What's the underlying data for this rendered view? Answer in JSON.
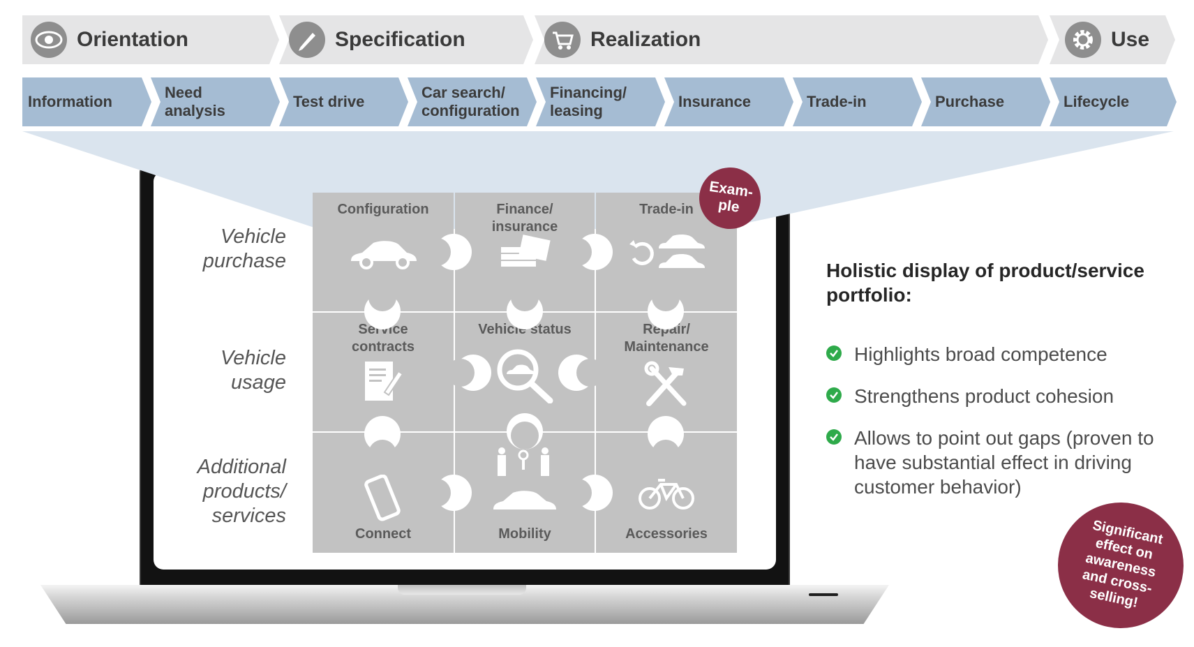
{
  "phases": [
    {
      "label": "Orientation",
      "icon": "eye-icon"
    },
    {
      "label": "Specification",
      "icon": "pen-icon"
    },
    {
      "label": "Realization",
      "icon": "shopping-cart-icon"
    },
    {
      "label": "Use",
      "icon": "gear-icon"
    }
  ],
  "steps": [
    {
      "label": "Information"
    },
    {
      "label": "Need\nanalysis"
    },
    {
      "label": "Test drive"
    },
    {
      "label": "Car search/\nconfiguration"
    },
    {
      "label": "Financing/\nleasing"
    },
    {
      "label": "Insurance"
    },
    {
      "label": "Trade-in"
    },
    {
      "label": "Purchase"
    },
    {
      "label": "Lifecycle"
    }
  ],
  "row_labels": {
    "purchase": "Vehicle\npurchase",
    "usage": "Vehicle\nusage",
    "additional": "Additional\nproducts/\nservices"
  },
  "pieces": {
    "configuration": "Configuration",
    "finance": "Finance/\ninsurance",
    "tradein": "Trade-in",
    "service": "Service\ncontracts",
    "status": "Vehicle status",
    "repair": "Repair/\nMaintenance",
    "connect": "Connect",
    "mobility": "Mobility",
    "accessories": "Accessories"
  },
  "example_badge": "Exam-\nple",
  "holistic_title": "Holistic display of product/service portfolio:",
  "bullets": [
    "Highlights broad competence",
    "Strengthens product cohesion",
    "Allows to point out gaps (proven to have substantial effect in driving customer behavior)"
  ],
  "significant_badge": "Significant\neffect on\nawareness\nand cross-\nselling!",
  "colors": {
    "phase_bg": "#e5e5e6",
    "step_bg": "#a5bcd3",
    "puzzle_bg": "#c2c2c2",
    "badge": "#8b2f47",
    "check": "#2eaa4a"
  }
}
